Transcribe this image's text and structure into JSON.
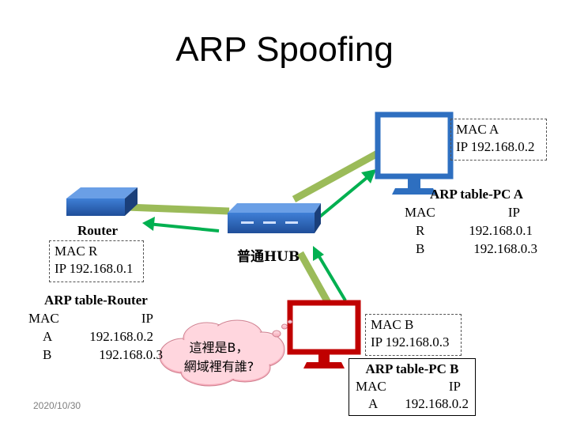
{
  "title": "ARP Spoofing",
  "pc_a": {
    "mac": "MAC A",
    "ip": "IP 192.168.0.2"
  },
  "router": {
    "name": "Router",
    "mac": "MAC R",
    "ip": "IP 192.168.0.1"
  },
  "hub": {
    "label": "普通HUB"
  },
  "pc_b": {
    "mac": "MAC B",
    "ip": "IP 192.168.0.3"
  },
  "arp_table_pc_a": {
    "title": "ARP table-PC A",
    "header": [
      "MAC",
      "IP"
    ],
    "rows": [
      [
        "R",
        "192.168.0.1"
      ],
      [
        "B",
        "192.168.0.3"
      ]
    ]
  },
  "arp_table_router": {
    "title": "ARP table-Router",
    "header": [
      "MAC",
      "IP"
    ],
    "rows": [
      [
        "A",
        "192.168.0.2"
      ],
      [
        "B",
        "192.168.0.3"
      ]
    ]
  },
  "arp_table_pc_b": {
    "title": "ARP table-PC B",
    "header": [
      "MAC",
      "IP"
    ],
    "rows": [
      [
        "A",
        "192.168.0.2"
      ]
    ]
  },
  "callout": {
    "line1": "這裡是B，",
    "line2": "網域裡有誰?"
  },
  "date": "2020/10/30",
  "colors": {
    "pc_a": "#2e6fc0",
    "pc_b": "#c00000",
    "cable": "#9bbb59",
    "arrow": "#00b050",
    "cloud": "#ffc7ce"
  }
}
